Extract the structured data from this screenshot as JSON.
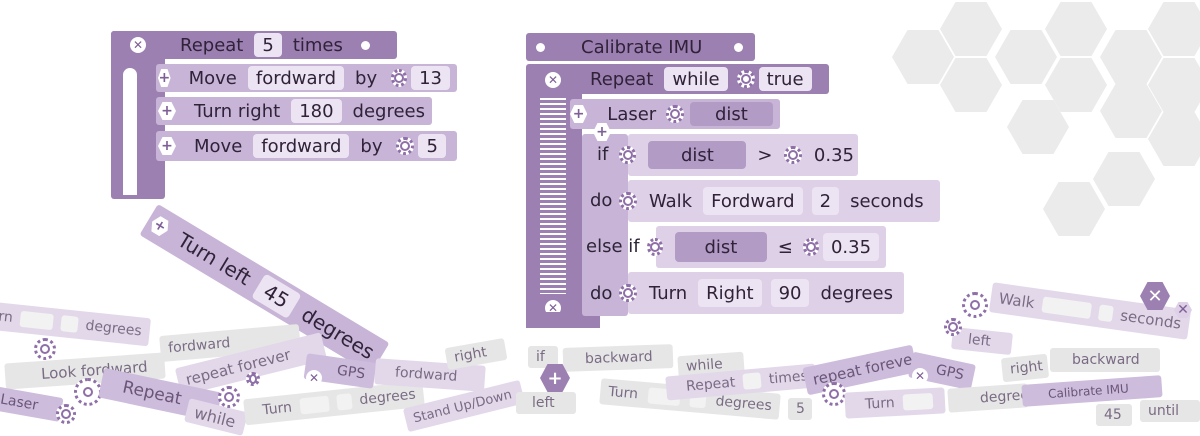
{
  "left_group": {
    "repeat_label": "Repeat",
    "repeat_count": "5",
    "repeat_suffix": "times",
    "move1": {
      "label": "Move",
      "direction": "fordward",
      "by": "by",
      "value": "13"
    },
    "turn_right": {
      "label": "Turn right",
      "value": "180",
      "unit": "degrees"
    },
    "move2": {
      "label": "Move",
      "direction": "fordward",
      "by": "by",
      "value": "5"
    },
    "turn_left": {
      "label": "Turn left",
      "value": "45",
      "unit": "degrees"
    }
  },
  "right_group": {
    "title": "Calibrate IMU",
    "repeat_label": "Repeat",
    "repeat_mode": "while",
    "condition": "true",
    "laser_label": "Laser",
    "laser_var": "dist",
    "if_label": "if",
    "if_var": "dist",
    "if_op": ">",
    "if_value": "0.35",
    "do1_label": "do",
    "walk": {
      "label": "Walk",
      "direction": "Fordward",
      "value": "2",
      "unit": "seconds"
    },
    "elseif_label": "else if",
    "elseif_var": "dist",
    "elseif_op": "≤",
    "elseif_value": "0.35",
    "do2_label": "do",
    "turn": {
      "label": "Turn",
      "direction": "Right",
      "value": "90",
      "unit": "degrees"
    }
  },
  "scattered": {
    "degrees1": "degrees",
    "rn": "rn",
    "fordward1": "fordward",
    "look_fordward": "Look fordward",
    "repeat_forever1": "repeat forever",
    "right1": "right",
    "gps1": "GPS",
    "fordward2": "fordward",
    "if": "if",
    "backward1": "backward",
    "while1": "while",
    "repeat_forever2": "repeat forever",
    "laser": "Laser",
    "repeat": "Repeat",
    "while2": "while",
    "turn1": "Turn",
    "degrees2": "degrees",
    "stand": "Stand Up/Down",
    "left1": "left",
    "turn2": "Turn",
    "degrees3": "degrees",
    "repeat2": "Repeat",
    "times": "times",
    "five": "5",
    "turn3": "Turn",
    "gps2": "GPS",
    "degrees4": "degrees",
    "walk": "Walk",
    "seconds": "seconds",
    "left2": "left",
    "right2": "right",
    "backward2": "backward",
    "calibrate": "Calibrate IMU",
    "fortyfive": "45",
    "until": "until"
  },
  "colors": {
    "block_dark": "#9c80b2",
    "block_mid": "#c7b4d6",
    "block_light": "#ddd0e7",
    "hex_bg": "#ebebeb"
  }
}
